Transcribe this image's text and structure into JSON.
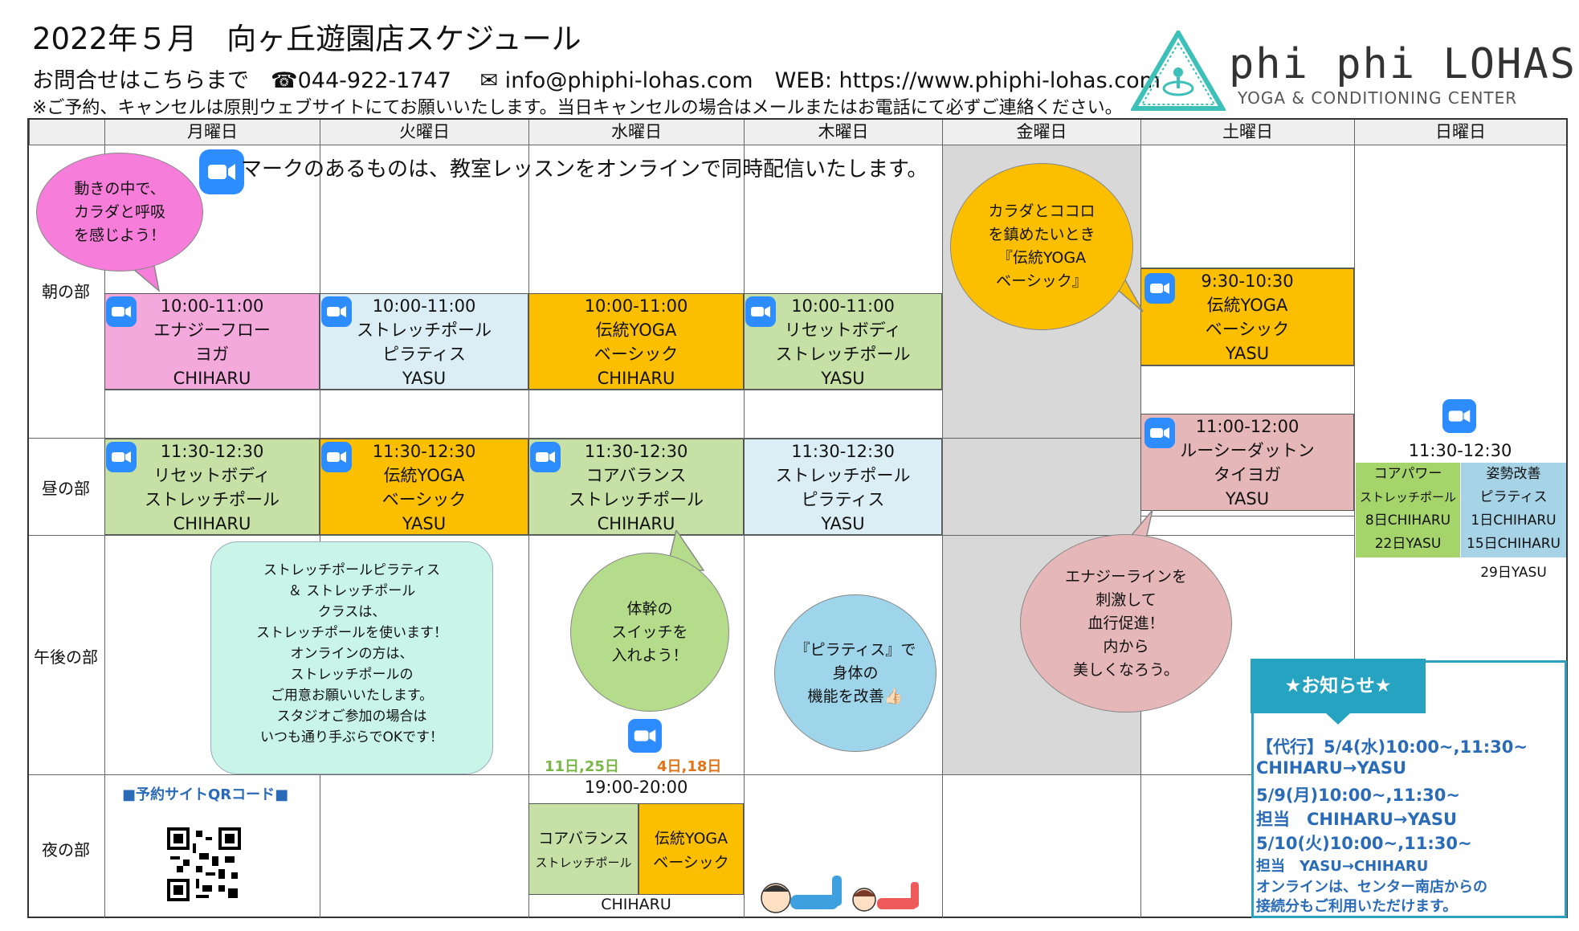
{
  "header": {
    "title": "2022年５月　向ヶ丘遊園店スケジュール",
    "contact": "お問合せはこちらまで　☎044-922-1747　 ✉ info@phiphi-lohas.com　WEB: https://www.phiphi-lohas.com",
    "notice": "※ご予約、キャンセルは原則ウェブサイトにてお願いいたします。当日キャンセルの場合はメールまたはお電話にて必ずご連絡ください。"
  },
  "logo": {
    "name": "phi phi LOHAS",
    "subtitle": "YOGA & CONDITIONING CENTER"
  },
  "days": [
    "月曜日",
    "火曜日",
    "水曜日",
    "木曜日",
    "金曜日",
    "土曜日",
    "日曜日"
  ],
  "periods": [
    "朝の部",
    "昼の部",
    "午後の部",
    "夜の部"
  ],
  "zoom_note": "マークのあるものは、教室レッスンをオンラインで同時配信いたします。",
  "classes": {
    "mon_am": [
      "10:00-11:00",
      "エナジーフロー",
      "ヨガ",
      "CHIHARU"
    ],
    "tue_am": [
      "10:00-11:00",
      "ストレッチポール",
      "ピラティス",
      "YASU"
    ],
    "wed_am": [
      "10:00-11:00",
      "伝統YOGA",
      "ベーシック",
      "CHIHARU"
    ],
    "thu_am": [
      "10:00-11:00",
      "リセットボディ",
      "ストレッチポール",
      "YASU"
    ],
    "sat_am": [
      "9:30-10:30",
      "伝統YOGA",
      "ベーシック",
      "YASU"
    ],
    "mon_noon": [
      "11:30-12:30",
      "リセットボディ",
      "ストレッチポール",
      "CHIHARU"
    ],
    "tue_noon": [
      "11:30-12:30",
      "伝統YOGA",
      "ベーシック",
      "YASU"
    ],
    "wed_noon": [
      "11:30-12:30",
      "コアバランス",
      "ストレッチポール",
      "CHIHARU"
    ],
    "thu_noon": [
      "11:30-12:30",
      "ストレッチポール",
      "ピラティス",
      "YASU"
    ],
    "sat_noon": [
      "11:00-12:00",
      "ルーシーダットン",
      "タイヨガ",
      "YASU"
    ],
    "sun_time": "11:30-12:30",
    "sun_left": [
      "コアパワー",
      "ストレッチポール",
      "8日CHIHARU",
      "22日YASU"
    ],
    "sun_right": [
      "姿勢改善",
      "ピラティス",
      "1日CHIHARU",
      "15日CHIHARU"
    ],
    "sun_extra": "29日YASU",
    "wed_eve_time": "19:00-20:00",
    "wed_eve_left": [
      "コアバランス",
      "ストレッチポール"
    ],
    "wed_eve_right": [
      "伝統YOGA",
      "ベーシック"
    ],
    "wed_eve_teacher": "CHIHARU",
    "wed_eve_date_left": "11日,25日",
    "wed_eve_date_right": "4日,18日"
  },
  "bubbles": {
    "pink": [
      "動きの中で、",
      "カラダと呼吸",
      "を感じよう！"
    ],
    "yellow": [
      "カラダとココロ",
      "を鎮めたいとき",
      "『伝統YOGA",
      "ベーシック』"
    ],
    "mint": [
      "ストレッチポールピラティス",
      "＆ ストレッチポール",
      "クラスは、",
      "ストレッチポールを使います！",
      "オンラインの方は、",
      "ストレッチポールの",
      "ご用意お願いいたします。",
      "スタジオご参加の場合は",
      "いつも通り手ぶらでOKです！"
    ],
    "green": [
      "体幹の",
      "スイッチを",
      "入れよう！"
    ],
    "blue": [
      "『ピラティス』で",
      "身体の",
      "機能を改善👍🏻"
    ],
    "rose": [
      "エナジーラインを",
      "刺激して",
      "血行促進！",
      "内から",
      "美しくなろう。"
    ]
  },
  "qr_label": "■予約サイトQRコード■",
  "info": {
    "title": "★お知らせ★",
    "lines": [
      "【代行】5/4(水)10:00~,11:30~",
      "CHIHARU→YASU",
      "5/9(月)10:00~,11:30~",
      "担当　CHIHARU→YASU",
      "5/10(火)10:00~,11:30~",
      "担当　YASU→CHIHARU",
      "オンラインは、センター南店からの",
      "接続分もご利用いただけます。"
    ]
  }
}
